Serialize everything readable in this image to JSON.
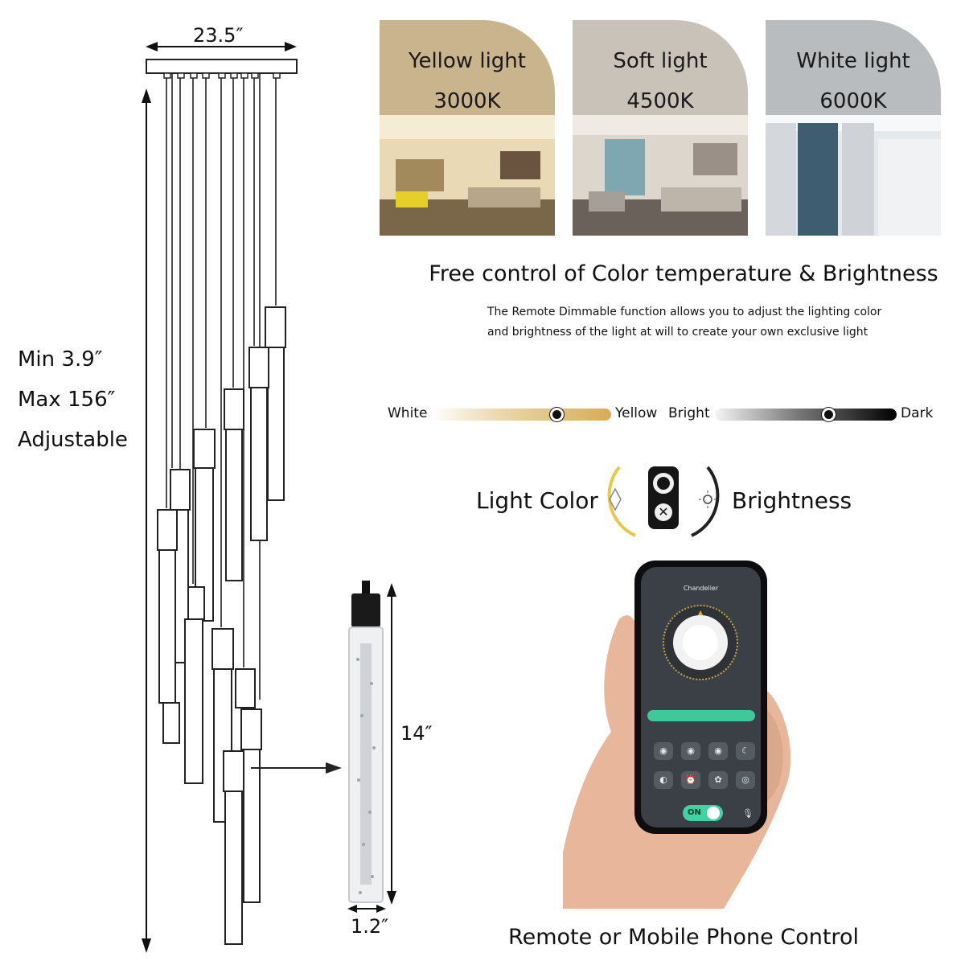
{
  "dimensions": {
    "width_label": "23.5″",
    "height_lines": [
      "Min 3.9″",
      "Max 156″",
      "Adjustable"
    ],
    "tube_length": "14″",
    "tube_diameter": "1.2″"
  },
  "temperatures": [
    {
      "name": "Yellow light",
      "kelvin": "3000K",
      "color": "#c9b48e"
    },
    {
      "name": "Soft light",
      "kelvin": "4500K",
      "color": "#c8c2b8"
    },
    {
      "name": "White light",
      "kelvin": "6000K",
      "color": "#b9bcbf"
    }
  ],
  "headline": "Free control of Color temperature & Brightness",
  "description": [
    "The Remote Dimmable function allows you to adjust the lighting color",
    "and brightness of the light at will to create your own exclusive light"
  ],
  "sliders": {
    "color": {
      "left_label": "White",
      "right_label": "Yellow",
      "level": 0.7
    },
    "brightness": {
      "left_label": "Bright",
      "right_label": "Dark",
      "level": 0.63
    }
  },
  "controls": {
    "light_color_label": "Light Color",
    "brightness_label": "Brightness"
  },
  "phone_app": {
    "title": "Chandelier",
    "toggle_label": "ON"
  },
  "caption": "Remote or Mobile Phone Control",
  "icons": [
    "remote-control-icon",
    "diamond-icon",
    "sun-icon",
    "mic-icon"
  ]
}
